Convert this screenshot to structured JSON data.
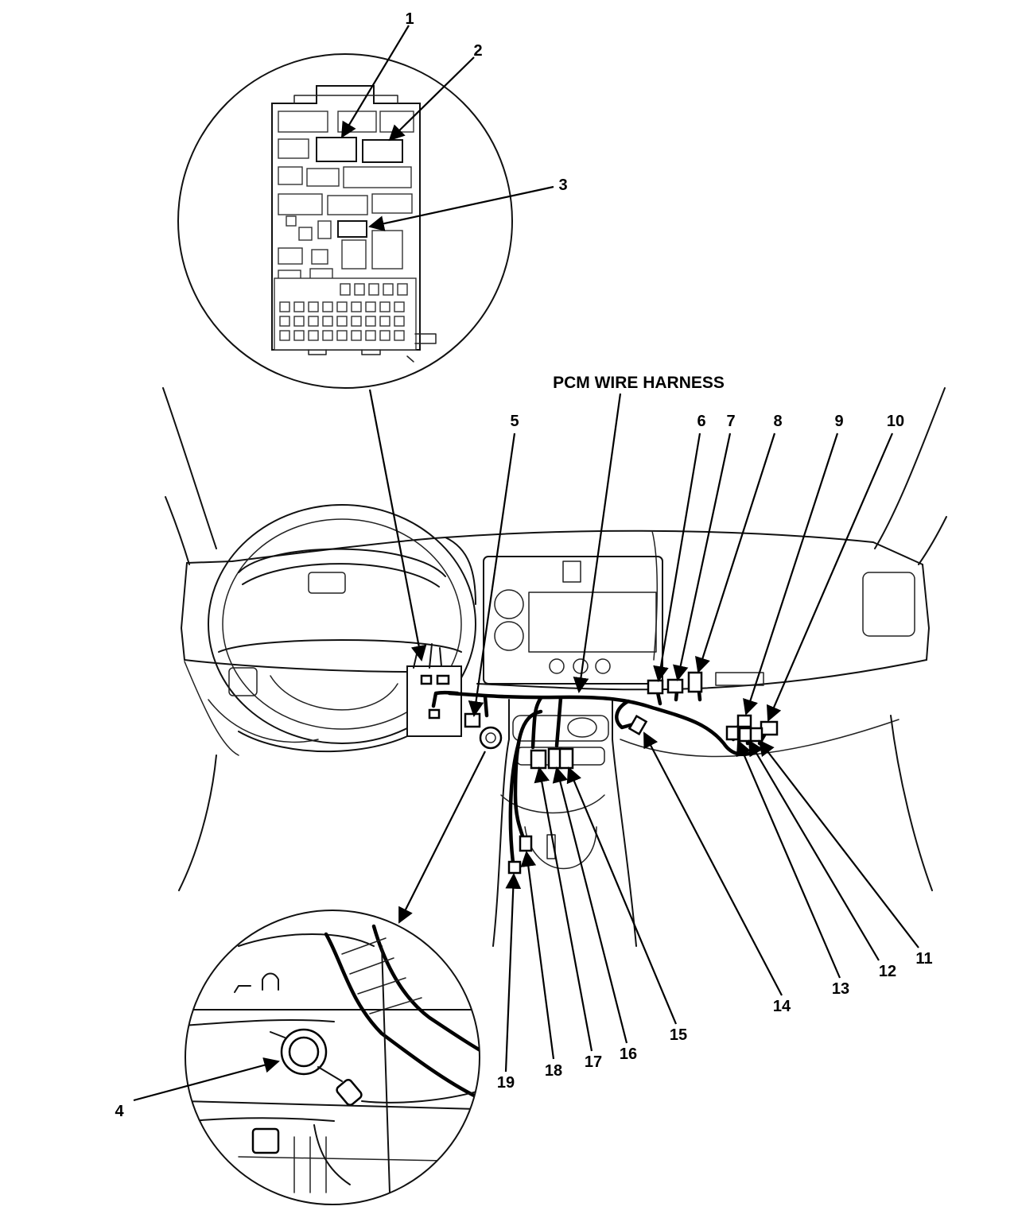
{
  "title": "PCM WIRE HARNESS",
  "callouts": [
    "1",
    "2",
    "3",
    "4",
    "5",
    "6",
    "7",
    "8",
    "9",
    "10",
    "11",
    "12",
    "13",
    "14",
    "15",
    "16",
    "17",
    "18",
    "19"
  ],
  "views": {
    "detail_fuse_box": "under-dash fuse/relay box detail",
    "detail_sensor": "sensor mounting detail",
    "main": "dashboard view"
  }
}
